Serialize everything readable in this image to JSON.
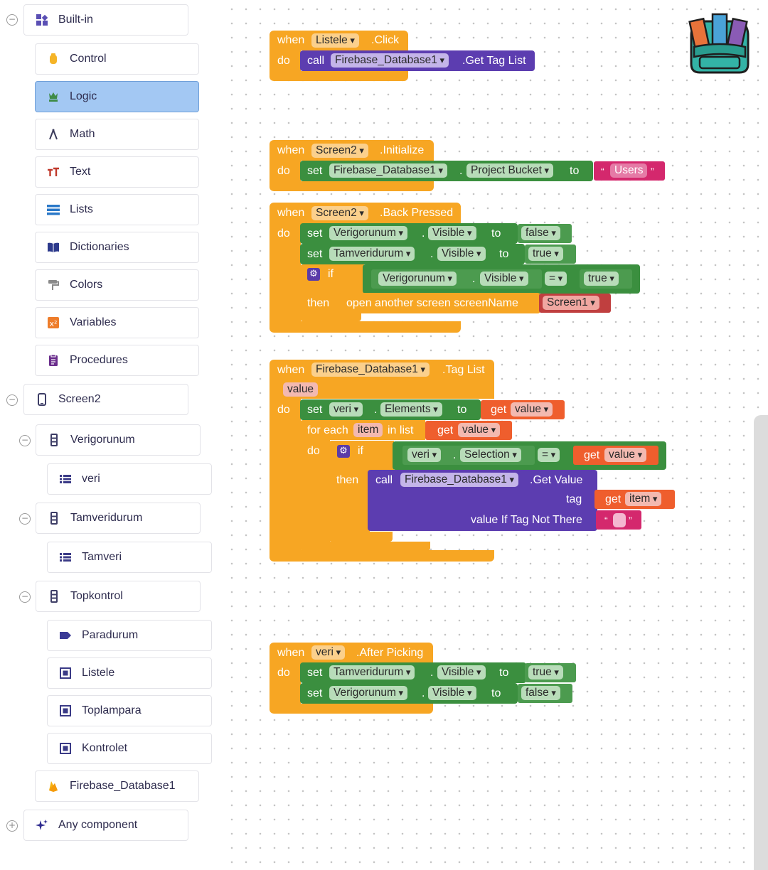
{
  "sidebar": {
    "builtin": {
      "label": "Built-in"
    },
    "blocks": [
      {
        "label": "Control",
        "icon": "control-icon"
      },
      {
        "label": "Logic",
        "icon": "logic-icon"
      },
      {
        "label": "Math",
        "icon": "math-icon"
      },
      {
        "label": "Text",
        "icon": "text-icon"
      },
      {
        "label": "Lists",
        "icon": "lists-icon"
      },
      {
        "label": "Dictionaries",
        "icon": "dictionaries-icon"
      },
      {
        "label": "Colors",
        "icon": "colors-icon"
      },
      {
        "label": "Variables",
        "icon": "variables-icon"
      },
      {
        "label": "Procedures",
        "icon": "procedures-icon"
      }
    ],
    "screen": {
      "label": "Screen2"
    },
    "components": [
      {
        "label": "Verigorunum"
      },
      {
        "label": "veri"
      },
      {
        "label": "Tamveridurum"
      },
      {
        "label": "Tamveri"
      },
      {
        "label": "Topkontrol"
      },
      {
        "label": "Paradurum"
      },
      {
        "label": "Listele"
      },
      {
        "label": "Toplampara"
      },
      {
        "label": "Kontrolet"
      },
      {
        "label": "Firebase_Database1"
      }
    ],
    "any_component": {
      "label": "Any component"
    }
  },
  "blocks": {
    "b1": {
      "when": "when",
      "comp": "Listele",
      "event": ".Click",
      "do": "do",
      "call": "call",
      "callcomp": "Firebase_Database1",
      "method": ".Get Tag List"
    },
    "b2": {
      "when": "when",
      "comp": "Screen2",
      "event": ".Initialize",
      "do": "do",
      "set": "set",
      "setcomp": "Firebase_Database1",
      "dot": ".",
      "prop": "Project Bucket",
      "to": "to",
      "q1": "“",
      "str": "Users",
      "q2": "”"
    },
    "b3": {
      "when": "when",
      "comp": "Screen2",
      "event": ".Back Pressed",
      "do": "do",
      "set": "set",
      "c1": "Verigorunum",
      "dot": ".",
      "p1": "Visible",
      "to": "to",
      "v1": "false",
      "c2": "Tamveridurum",
      "p2": "Visible",
      "v2": "true",
      "if": "if",
      "cc": "Verigorunum",
      "cp": "Visible",
      "eq": "=",
      "cv": "true",
      "then": "then",
      "open": "open another screen  screenName",
      "scr": "Screen1"
    },
    "b4": {
      "when": "when",
      "comp": "Firebase_Database1",
      "event": ".Tag List",
      "param": "value",
      "do": "do",
      "set": "set",
      "c1": "veri",
      "dot": ".",
      "p1": "Elements",
      "to": "to",
      "get": "get",
      "gv": "value",
      "foreach": "for each",
      "item": "item",
      "inlist": "in list",
      "if": "if",
      "cc": "veri",
      "cp": "Selection",
      "eq": "=",
      "then": "then",
      "call": "call",
      "callcomp": "Firebase_Database1",
      "method": ".Get Value",
      "tag": "tag",
      "gi": "item",
      "vnt": "value If Tag Not There",
      "q1": "“",
      "q2": "”"
    },
    "b5": {
      "when": "when",
      "comp": "veri",
      "event": ".After Picking",
      "do": "do",
      "set": "set",
      "c1": "Tamveridurum",
      "dot": ".",
      "p1": "Visible",
      "to": "to",
      "v1": "true",
      "c2": "Verigorunum",
      "p2": "Visible",
      "v2": "false"
    }
  }
}
